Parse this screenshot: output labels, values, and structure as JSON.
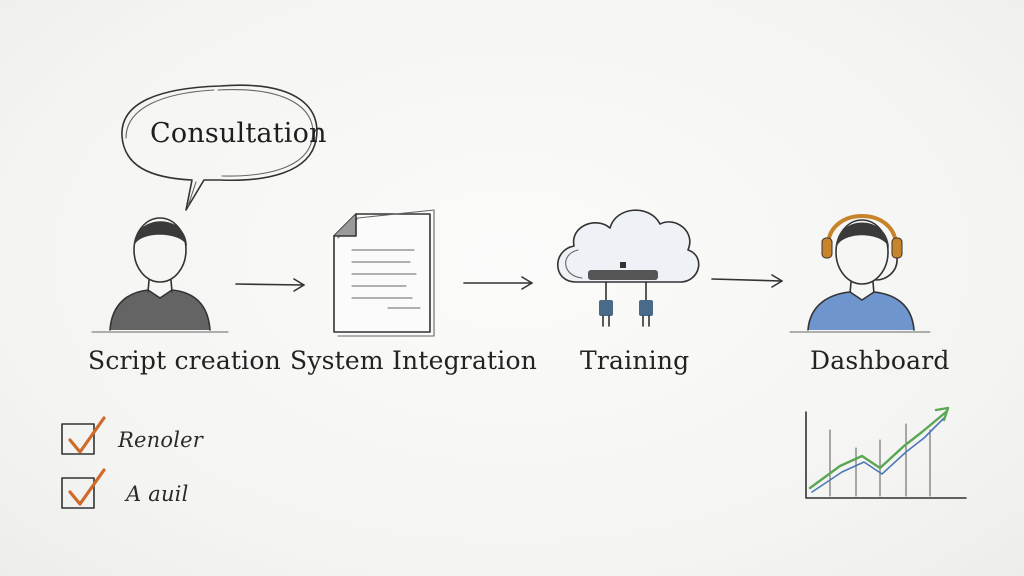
{
  "speech_bubble": {
    "text": "Consultation"
  },
  "steps": [
    {
      "label": "Script creation"
    },
    {
      "label": "System Integration"
    },
    {
      "label": "Training"
    },
    {
      "label": "Dashboard"
    }
  ],
  "checklist": [
    {
      "text": "Renoler",
      "checked": true
    },
    {
      "text": "A auil",
      "checked": true
    }
  ],
  "colors": {
    "check_mark": "#d06a2a",
    "agent_shirt": "#6f95cf",
    "headset": "#c8842a",
    "chart_green": "#5aa653",
    "chart_blue": "#4d78b8"
  }
}
